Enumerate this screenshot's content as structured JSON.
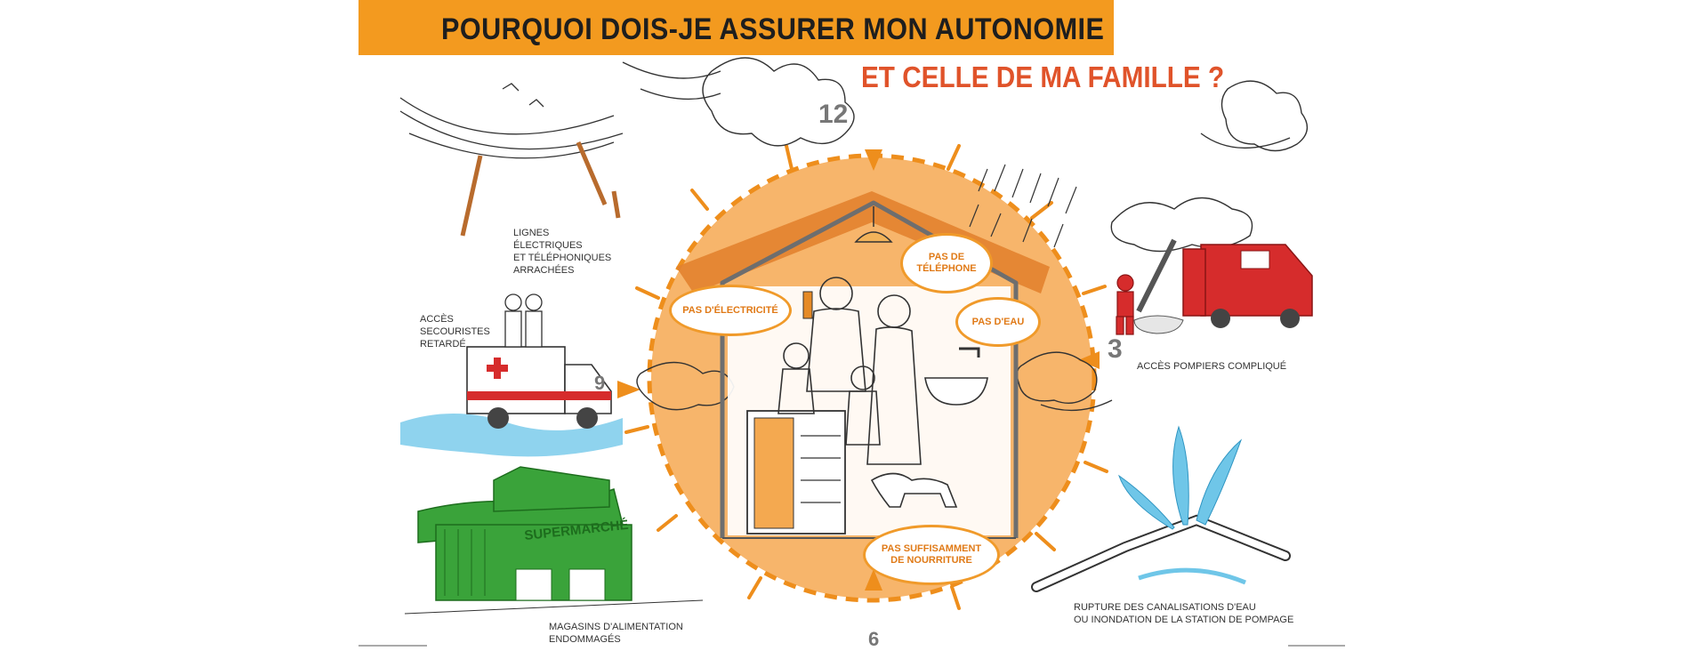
{
  "header": {
    "title": "POURQUOI DOIS-JE ASSURER  MON AUTONOMIE",
    "subtitle": "ET CELLE DE MA FAMILLE ?"
  },
  "clock": {
    "twelve": "12",
    "three": "3",
    "six": "6",
    "nine": "9"
  },
  "bubbles": {
    "electricite": "PAS D'ÉLECTRICITÉ",
    "telephone_1": "PAS DE",
    "telephone_2": "TÉLÉPHONE",
    "eau": "PAS D'EAU",
    "nourriture_1": "PAS SUFFISAMMENT",
    "nourriture_2": "DE NOURRITURE"
  },
  "captions": {
    "lignes": [
      "LIGNES",
      "ÉLECTRIQUES",
      "ET TÉLÉPHONIQUES",
      "ARRACHÉES"
    ],
    "secours": [
      "ACCÈS",
      "SECOURISTES",
      "RETARDÉ"
    ],
    "pompiers": "ACCÈS POMPIERS COMPLIQUÉ",
    "magasins": [
      "MAGASINS D'ALIMENTATION",
      "ENDOMMAGÉS"
    ],
    "canalisations": [
      "RUPTURE DES CANALISATIONS D'EAU",
      "OU INONDATION DE LA STATION DE POMPAGE"
    ]
  },
  "shop_sign": "SUPERMARCHÉ",
  "colors": {
    "orange": "#f39a1f",
    "red_text": "#e0532a",
    "sun": "#f7b56b",
    "green": "#3aa33a",
    "red": "#d62c2c",
    "water": "#6fc6e8"
  }
}
